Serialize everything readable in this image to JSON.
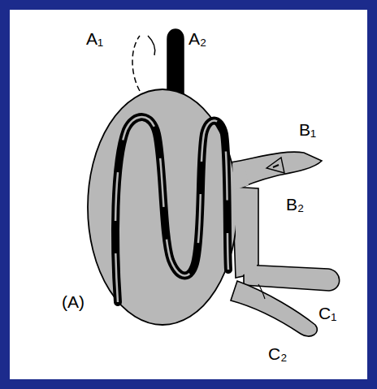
{
  "diagram": {
    "labels": [
      "A₁",
      "A₂",
      "B₁",
      "B₂",
      "C₁",
      "C₂",
      "(A)"
    ]
  }
}
